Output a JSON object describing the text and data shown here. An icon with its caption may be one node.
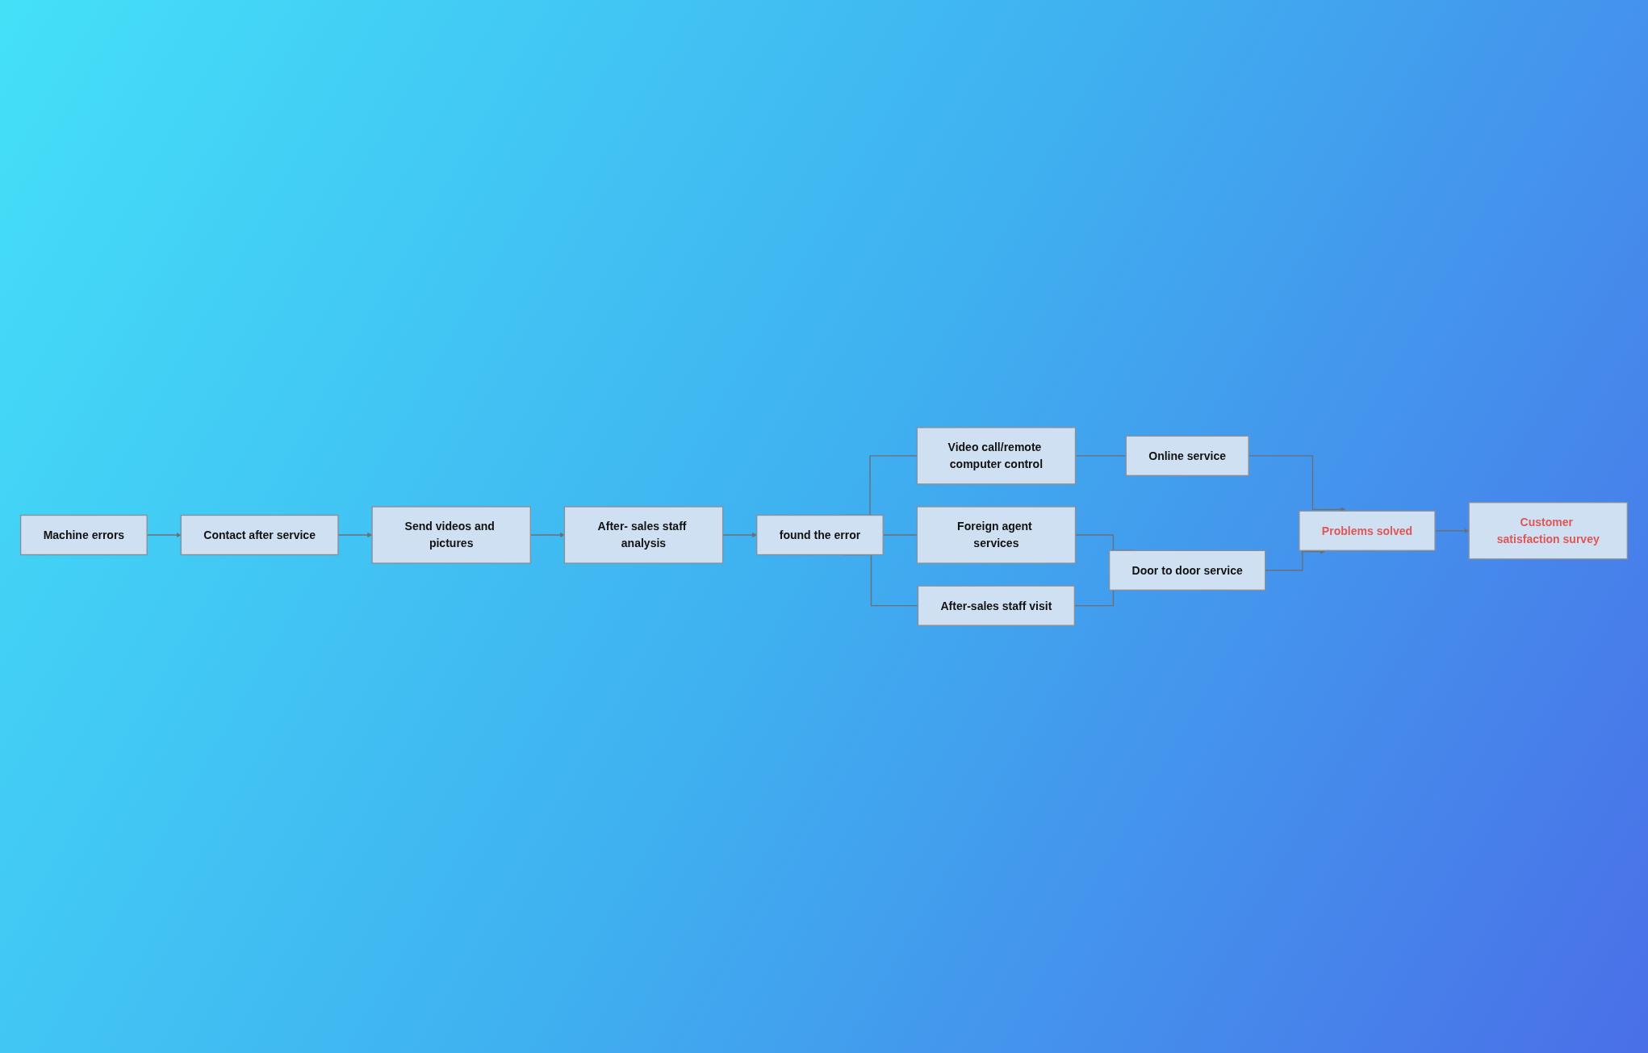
{
  "diagram": {
    "nodes": [
      {
        "text": [
          "Machine errors"
        ]
      },
      {
        "text": [
          "Contact after service"
        ]
      },
      {
        "text": [
          "Send videos and pictures"
        ]
      },
      {
        "text": [
          "After- sales staff analysis"
        ]
      },
      {
        "text": [
          "found the error"
        ]
      },
      {
        "text": [
          "Video call/remote computer control"
        ]
      },
      {
        "text": [
          "Foreign agent services"
        ]
      },
      {
        "text": [
          "After-sales staff visit"
        ]
      },
      {
        "text": [
          "Online service"
        ]
      },
      {
        "text": [
          "Door to door service"
        ]
      },
      {
        "text": [
          "Problems solved"
        ]
      },
      {
        "text": [
          "Customer satisfaction survey"
        ]
      }
    ],
    "edges": [
      {
        "from": 0,
        "to": 1,
        "arrow": "to"
      },
      {
        "from": 1,
        "to": 2,
        "arrow": "to"
      },
      {
        "from": 2,
        "to": 3,
        "arrow": "to"
      },
      {
        "from": 3,
        "to": 4,
        "arrow": "to"
      },
      {
        "from": 4,
        "to": 5,
        "arrow": "none"
      },
      {
        "from": 4,
        "to": 6,
        "arrow": "none"
      },
      {
        "from": 4,
        "to": 7,
        "arrow": "none"
      },
      {
        "from": 5,
        "to": 8,
        "arrow": "none"
      },
      {
        "from": 6,
        "to": 9,
        "arrow": "none"
      },
      {
        "from": 7,
        "to": 9,
        "arrow": "none"
      },
      {
        "from": 8,
        "to": 10,
        "arrow": "to"
      },
      {
        "from": 9,
        "to": 10,
        "arrow": "to"
      },
      {
        "from": 10,
        "to": 11,
        "arrow": "to"
      }
    ]
  }
}
